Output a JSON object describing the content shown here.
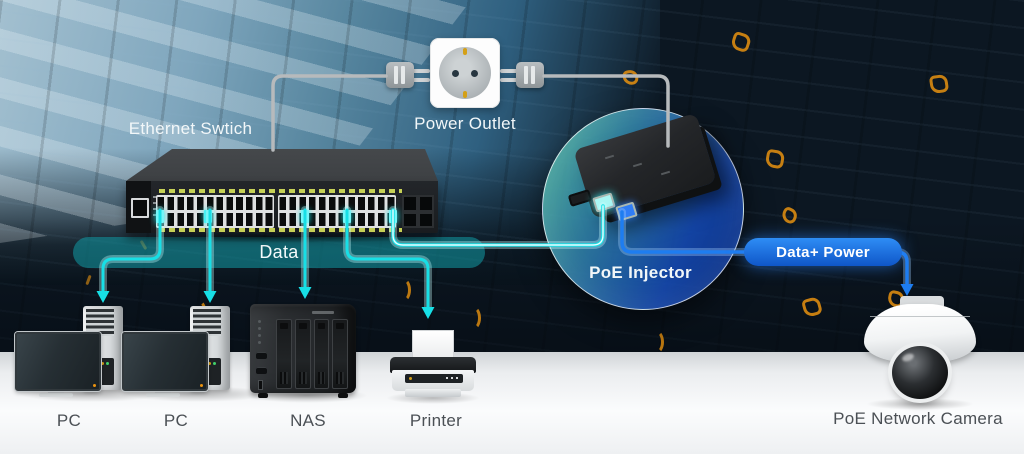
{
  "diagram": {
    "devices": {
      "switch": {
        "label": "Ethernet Swtich"
      },
      "outlet": {
        "label": "Power Outlet"
      },
      "injector": {
        "label": "PoE Injector"
      },
      "pc1": {
        "label": "PC"
      },
      "pc2": {
        "label": "PC"
      },
      "nas": {
        "label": "NAS"
      },
      "printer": {
        "label": "Printer"
      },
      "camera": {
        "label": "PoE Network Camera"
      }
    },
    "connections": {
      "data": {
        "label": "Data",
        "color": "#17dfe6"
      },
      "data_power": {
        "label": "Data+ Power",
        "color": "#1e7df0"
      },
      "power": {
        "color": "#b7babc"
      }
    },
    "accent_colors": {
      "badge_blue": "#1565d8",
      "band_teal": "#11949e",
      "decoration_orange": "#e8920f"
    }
  }
}
